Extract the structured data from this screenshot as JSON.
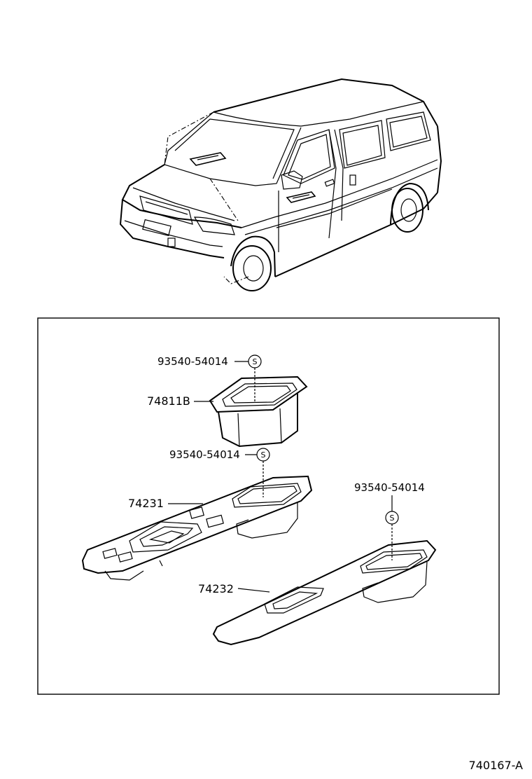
{
  "diagram": {
    "callouts": {
      "screw_1": "93540-54014",
      "part_74811b": "74811B",
      "screw_2": "93540-54014",
      "part_74231": "74231",
      "screw_3": "93540-54014",
      "part_74232": "74232"
    },
    "screw_marker": "S",
    "figure_code": "740167-A"
  }
}
